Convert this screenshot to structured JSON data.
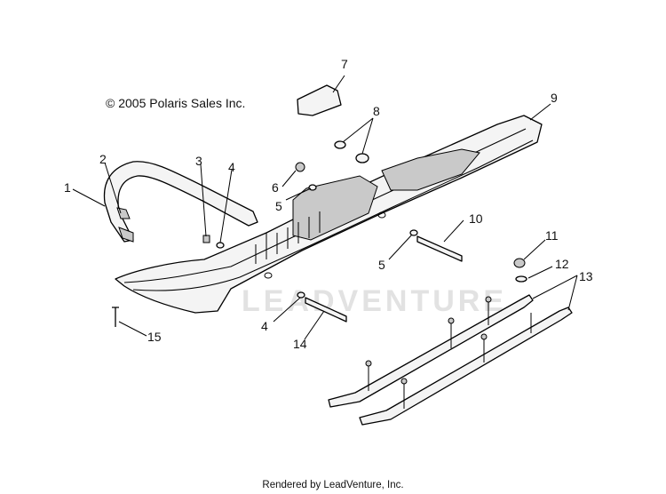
{
  "copyright": "© 2005 Polaris Sales Inc.",
  "watermark": "LEADVENTURE",
  "footer": "Rendered by LeadVenture, Inc.",
  "callouts": [
    "1",
    "2",
    "3",
    "4",
    "4",
    "5",
    "5",
    "6",
    "7",
    "8",
    "9",
    "10",
    "11",
    "12",
    "13",
    "14",
    "15"
  ]
}
